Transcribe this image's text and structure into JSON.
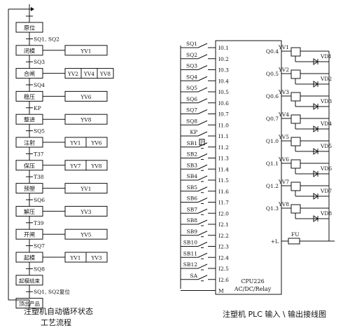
{
  "left_flow": {
    "steps": [
      {
        "label": "原位",
        "outputs": []
      },
      {
        "label": "闭模",
        "outputs": [
          "YV1"
        ]
      },
      {
        "label": "合闸",
        "outputs": [
          "YV2",
          "YV4",
          "YV8"
        ]
      },
      {
        "label": "稳压",
        "outputs": [
          "YV6"
        ]
      },
      {
        "label": "整进",
        "outputs": [
          "YV8"
        ]
      },
      {
        "label": "注射",
        "outputs": [
          "YV1",
          "YV6"
        ]
      },
      {
        "label": "保压",
        "outputs": [
          "YV7",
          "YV8"
        ]
      },
      {
        "label": "预塑",
        "outputs": [
          "YV1"
        ]
      },
      {
        "label": "解压",
        "outputs": [
          "YV3"
        ]
      },
      {
        "label": "开闸",
        "outputs": [
          "YV5"
        ]
      },
      {
        "label": "起模",
        "outputs": [
          "YV1",
          "YV3"
        ]
      },
      {
        "label": "起模结束",
        "outputs": []
      },
      {
        "label": "顶出产品",
        "outputs": []
      }
    ],
    "transitions": [
      "SQ1, SQ2",
      "SQ3",
      "SQ4",
      "KP",
      "SQ5",
      "T37",
      "T38",
      "SQ6",
      "T39",
      "SQ7",
      "SQ8",
      "SQ1, SQ2复位"
    ],
    "caption_line1": "注塑机自动循环状态",
    "caption_line2": "工艺流程"
  },
  "plc": {
    "model": "CPU226",
    "power": "AC/DC/Relay",
    "inputs": [
      {
        "device": "SQ1",
        "terminal": "I0.1"
      },
      {
        "device": "SQ2",
        "terminal": "I0.2"
      },
      {
        "device": "SQ3",
        "terminal": "I0.3"
      },
      {
        "device": "SQ4",
        "terminal": "I0.4"
      },
      {
        "device": "SQ5",
        "terminal": "I0.5"
      },
      {
        "device": "SQ6",
        "terminal": "I0.6"
      },
      {
        "device": "SQ7",
        "terminal": "I0.7"
      },
      {
        "device": "SQ8",
        "terminal": "I1.0"
      },
      {
        "device": "KP",
        "terminal": "I1.1"
      },
      {
        "device": "SB1",
        "terminal": "I1.2"
      },
      {
        "device": "SB2",
        "terminal": "I1.3"
      },
      {
        "device": "SB3",
        "terminal": "I1.4"
      },
      {
        "device": "SB4",
        "terminal": "I1.5"
      },
      {
        "device": "SB5",
        "terminal": "I1.6"
      },
      {
        "device": "SB6",
        "terminal": "I1.7"
      },
      {
        "device": "SB7",
        "terminal": "I2.0"
      },
      {
        "device": "SB8",
        "terminal": "I2.1"
      },
      {
        "device": "SB9",
        "terminal": "I2.2"
      },
      {
        "device": "SB10",
        "terminal": "I2.3"
      },
      {
        "device": "SB11",
        "terminal": "I2.4"
      },
      {
        "device": "SB12",
        "terminal": "I2.5"
      },
      {
        "device": "SA",
        "terminal": "I2.6"
      },
      {
        "device": "",
        "terminal": "M"
      }
    ],
    "outputs": [
      {
        "terminal": "Q0.4",
        "valve": "YV1",
        "diode": "VD1"
      },
      {
        "terminal": "Q0.5",
        "valve": "YV2",
        "diode": "VD2"
      },
      {
        "terminal": "Q0.6",
        "valve": "YV3",
        "diode": "VD3"
      },
      {
        "terminal": "Q0.7",
        "valve": "YV4",
        "diode": "VD4"
      },
      {
        "terminal": "Q1.0",
        "valve": "YV5",
        "diode": "VD5"
      },
      {
        "terminal": "Q1.1",
        "valve": "YV6",
        "diode": "VD6"
      },
      {
        "terminal": "Q1.2",
        "valve": "YV7",
        "diode": "VD7"
      },
      {
        "terminal": "Q1.3",
        "valve": "YV8",
        "diode": "VD8"
      }
    ],
    "common_terminal": "+L",
    "fuse": "FU",
    "sa_mark": "P",
    "caption": "注塑机 PLC 输入 \\ 输出接线图"
  }
}
